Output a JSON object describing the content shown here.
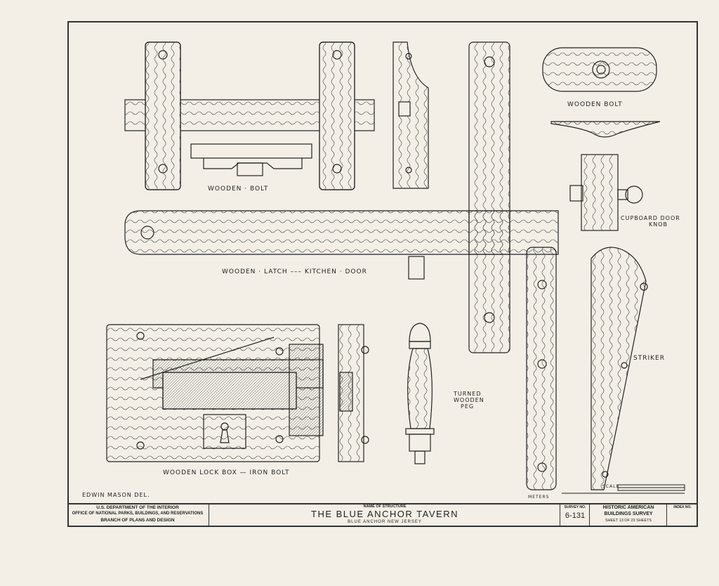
{
  "drawing": {
    "labels": {
      "bolt_left": "WOODEN · BOLT",
      "bolt_right": "WOODEN  BOLT",
      "latch": "WOODEN · LATCH ––– KITCHEN · DOOR",
      "cupboard_line1": "CUPBOARD DOOR",
      "cupboard_line2": "KNOB",
      "peg_line1": "TURNED",
      "peg_line2": "WOODEN",
      "peg_line3": "PEG",
      "striker": "STRIKER",
      "lockbox": "WOODEN LOCK BOX — IRON BOLT",
      "draftsman": "EDWIN MASON DEL.",
      "scale": "SCALE",
      "meters": "METERS"
    }
  },
  "title_block": {
    "agency_line1": "U.S. DEPARTMENT OF THE INTERIOR",
    "agency_line2": "OFFICE OF NATIONAL PARKS, BUILDINGS, AND RESERVATIONS",
    "agency_line3": "BRANCH OF PLANS AND DESIGN",
    "structure_caption": "NAME OF STRUCTURE",
    "structure_name": "THE BLUE ANCHOR TAVERN",
    "location": "BLUE ANCHOR   NEW JERSEY",
    "survey_caption": "SURVEY NO.",
    "survey_number": "6-131",
    "habs_line1": "HISTORIC AMERICAN",
    "habs_line2": "BUILDINGS SURVEY",
    "sheet_text": "SHEET 13 OF 23 SHEETS",
    "index_caption": "INDEX NO."
  }
}
